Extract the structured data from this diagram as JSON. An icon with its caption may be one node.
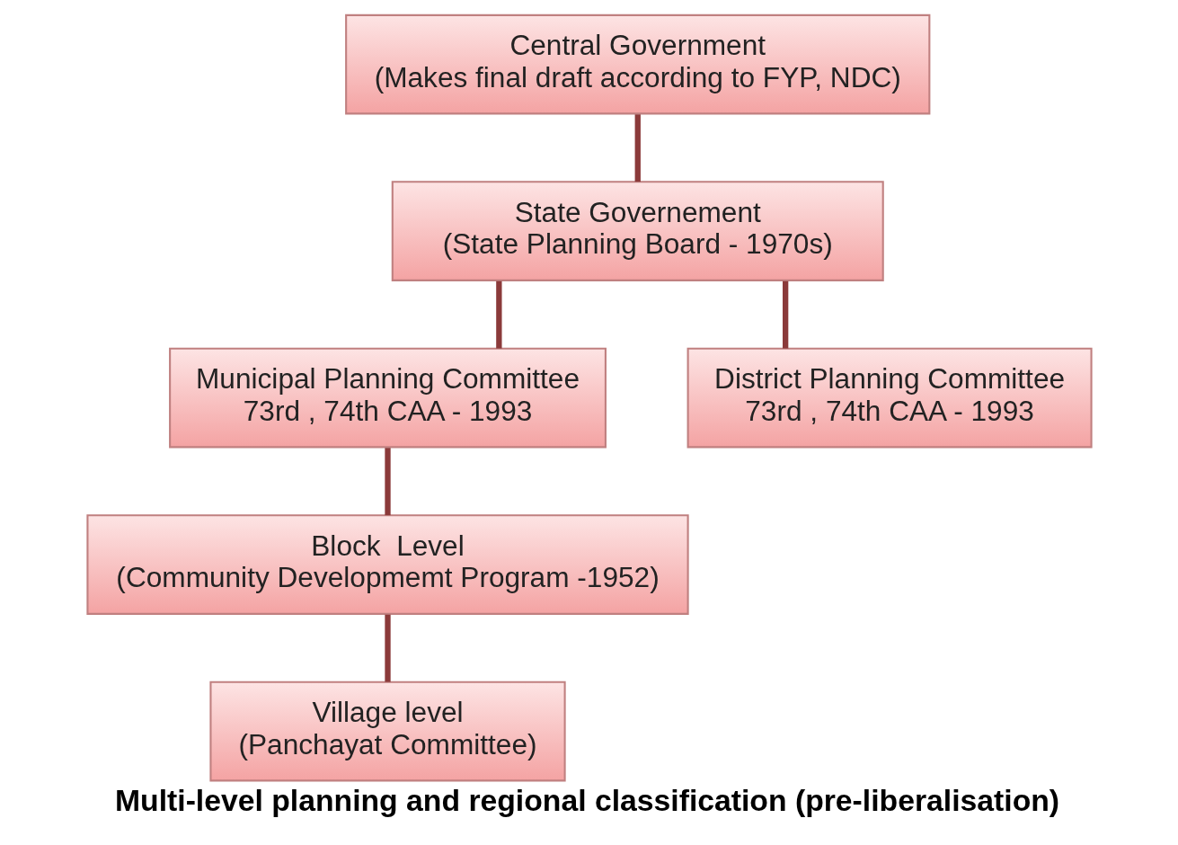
{
  "diagram": {
    "caption": "Multi-level planning and regional classification (pre-liberalisation)",
    "nodes": [
      {
        "text": [
          "Central Government",
          "(Makes final draft according to FYP, NDC)"
        ]
      },
      {
        "text": [
          "State Governement",
          "(State Planning Board - 1970s)"
        ]
      },
      {
        "text": [
          "Municipal Planning Committee",
          "73rd , 74th CAA - 1993"
        ]
      },
      {
        "text": [
          "District Planning Committee",
          "73rd , 74th CAA - 1993"
        ]
      },
      {
        "text": [
          "Block  Level",
          "(Community Developmemt Program -1952)"
        ]
      },
      {
        "text": [
          "Village level",
          "(Panchayat Committee)"
        ]
      }
    ],
    "edges": [
      {
        "from": 1,
        "to": 0,
        "arrow": "none"
      },
      {
        "from": 1,
        "to": 2,
        "arrow": "none"
      },
      {
        "from": 1,
        "to": 3,
        "arrow": "none"
      },
      {
        "from": 2,
        "to": 4,
        "arrow": "none"
      },
      {
        "from": 4,
        "to": 5,
        "arrow": "none"
      }
    ]
  }
}
